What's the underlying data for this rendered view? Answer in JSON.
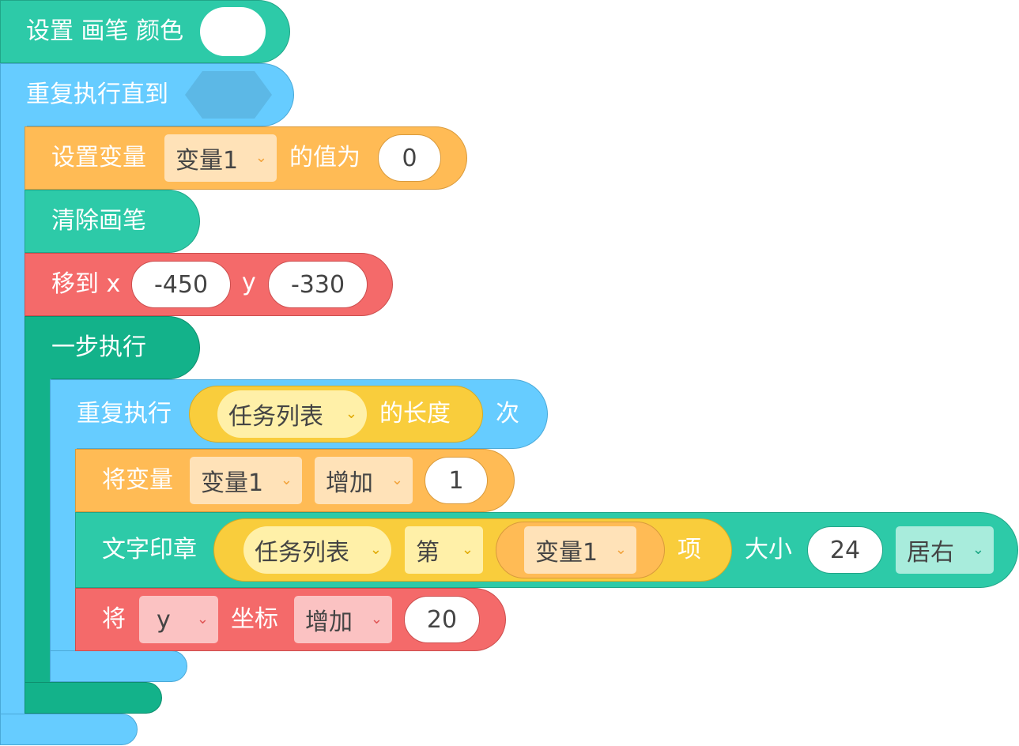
{
  "blocks": {
    "set_pen_color": {
      "label": "设置 画笔 颜色",
      "color_value": "#ffffff"
    },
    "repeat_until": {
      "label": "重复执行直到"
    },
    "set_variable": {
      "label": "设置变量",
      "variable": "变量1",
      "mid": "的值为",
      "value": "0"
    },
    "clear_pen": {
      "label": "清除画笔"
    },
    "move_to": {
      "label": "移到 x",
      "x": "-450",
      "y_label": "y",
      "y": "-330"
    },
    "step_run": {
      "label": "一步执行"
    },
    "repeat_n": {
      "label": "重复执行",
      "list": "任务列表",
      "length_label": "的长度",
      "suffix": "次"
    },
    "change_variable": {
      "label": "将变量",
      "variable": "变量1",
      "op": "增加",
      "value": "1"
    },
    "text_stamp": {
      "label": "文字印章",
      "list": "任务列表",
      "index_label": "第",
      "index_var": "变量1",
      "item_label": "项",
      "size_label": "大小",
      "size": "24",
      "align": "居右"
    },
    "change_coord": {
      "label": "将",
      "axis": "y",
      "coord_label": "坐标",
      "op": "增加",
      "value": "20"
    }
  },
  "icons": {
    "dropdown": "chevron-down-icon"
  },
  "colors": {
    "pen": "#2dcaa8",
    "control": "#66ccff",
    "variable": "#ffbb55",
    "motion": "#f46a6a",
    "step": "#13b28a",
    "list": "#f9cd3c"
  }
}
